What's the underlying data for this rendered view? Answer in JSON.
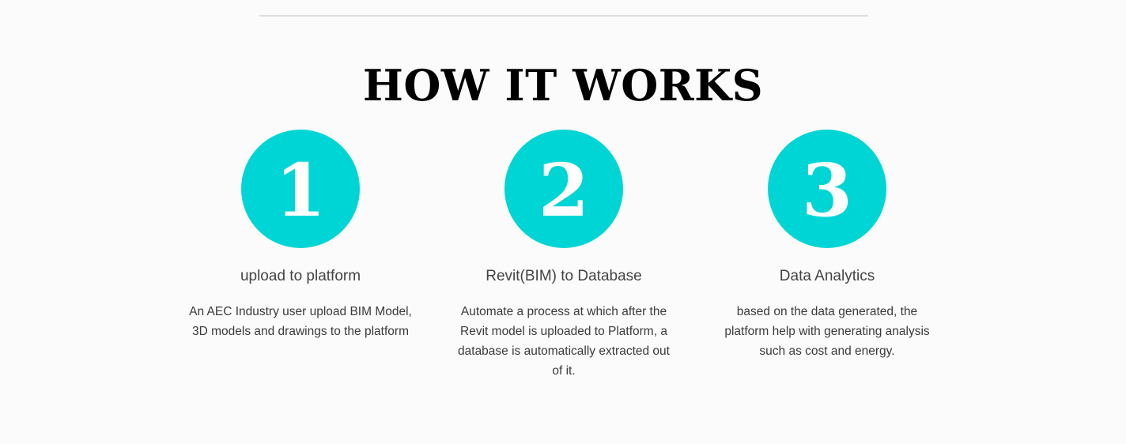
{
  "section": {
    "title": "HOW IT WORKS"
  },
  "steps": [
    {
      "number": "1",
      "title": "upload to platform",
      "description": "An AEC Industry user upload BIM Model, 3D models and drawings to the platform"
    },
    {
      "number": "2",
      "title": "Revit(BIM) to Database",
      "description": "Automate a process at which after the Revit model is uploaded to Platform, a database is automatically extracted out of it."
    },
    {
      "number": "3",
      "title": "Data Analytics",
      "description": "based on the data generated, the platform help with generating analysis such as cost and energy."
    }
  ],
  "colors": {
    "accent": "#00d5d5",
    "background": "#fbfbfb",
    "title": "#000000",
    "text": "#3a3a3a"
  }
}
